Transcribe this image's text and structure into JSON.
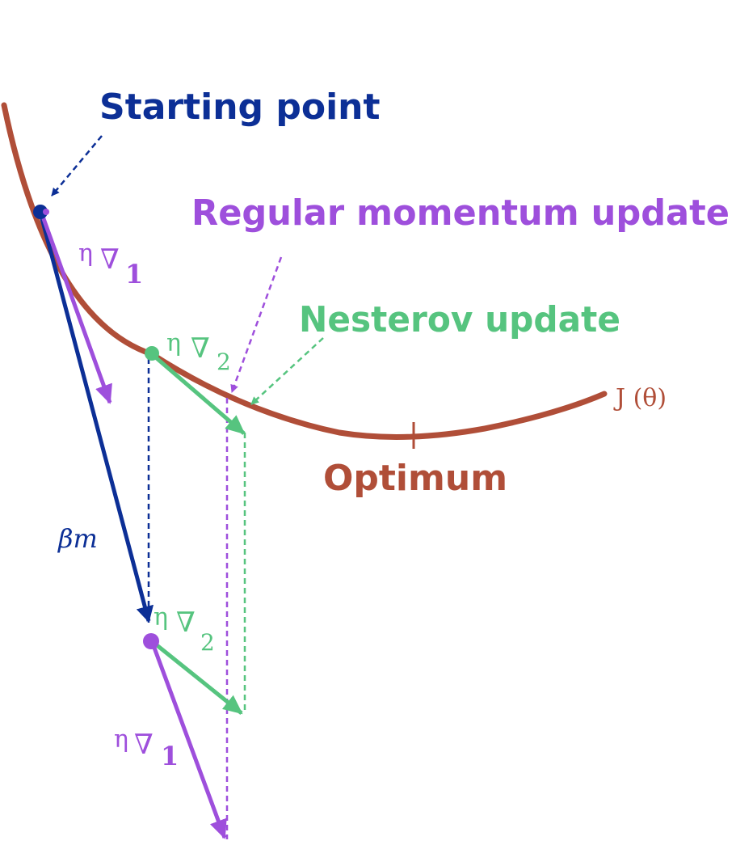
{
  "labels": {
    "starting_point": "Starting point",
    "regular_momentum_update": "Regular momentum update",
    "nesterov_update": "Nesterov update",
    "optimum": "Optimum",
    "cost_function": "J (θ)",
    "beta_m": "βm"
  },
  "gradient_labels": {
    "eta": "η",
    "nabla": "∇",
    "sub_1": "1",
    "sub_2": "2"
  },
  "colors": {
    "curve": "#b04e38",
    "starting": "#0c2f96",
    "momentum": "#9e4fdc",
    "nesterov": "#56c47f",
    "optimum_text": "#b04e38"
  }
}
